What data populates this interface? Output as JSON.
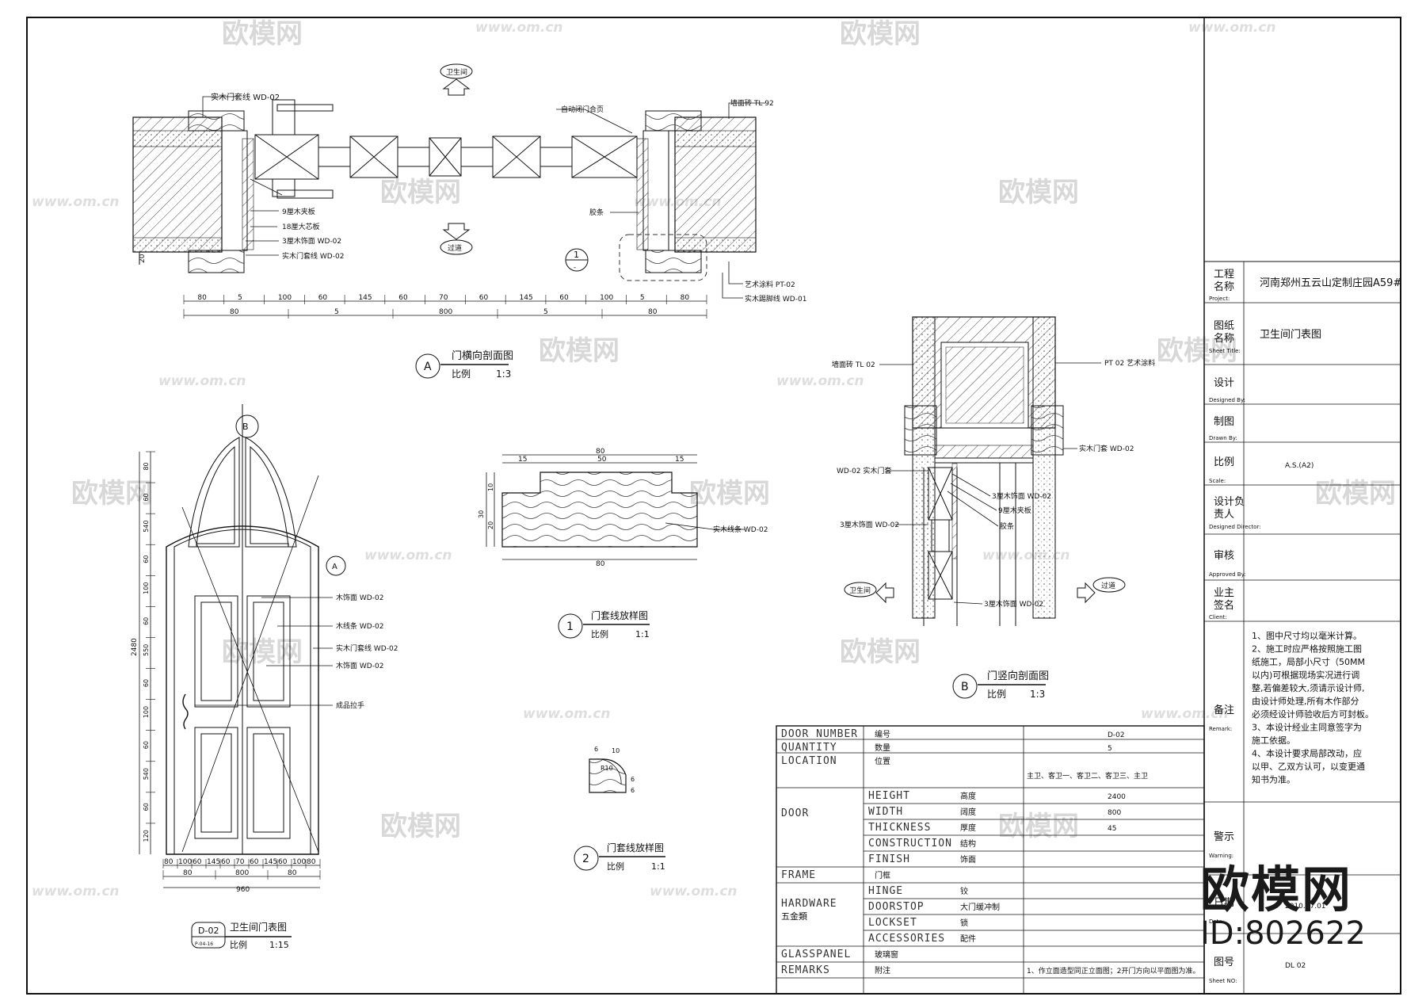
{
  "project": {
    "label_cn": "工程名称",
    "label_en": "Project:",
    "value": "河南郑州五云山定制庄园A59#"
  },
  "sheet_title": {
    "label_cn": "图纸名称",
    "label_en": "Sheet Title:",
    "value": "卫生间门表图"
  },
  "designed_by": {
    "label_cn": "设计",
    "label_en": "Designed By:",
    "value": ""
  },
  "drawn_by": {
    "label_cn": "制图",
    "label_en": "Drawn By:",
    "value": ""
  },
  "scale": {
    "label_cn": "比例",
    "label_en": "Scale:",
    "value": "A.S.(A2)"
  },
  "director": {
    "label_cn": "设计负责人",
    "label_en": "Designed Director:",
    "value": ""
  },
  "approved": {
    "label_cn": "审核",
    "label_en": "Approved By:",
    "value": ""
  },
  "client": {
    "label_cn": "业主签名",
    "label_en": "Client:",
    "value": ""
  },
  "remark": {
    "label_cn": "备注",
    "label_en": "Remark:",
    "lines": [
      "1、图中尺寸均以毫米计算。",
      "2、施工时应严格按照施工图",
      "纸施工，局部小尺寸（50MM",
      "以内)可根据现场实况进行调",
      "整,若偏差较大,须请示设计师,",
      "由设计师处理,所有木作部分",
      "必须经设计师验收后方可封板。",
      "3、本设计经业主同意签字为",
      "施工依据。",
      "4、本设计要求局部改动，应",
      "以甲、乙双方认可，以变更通",
      "知书为准。"
    ]
  },
  "warning": {
    "label_cn": "警示",
    "label_en": "Warning:"
  },
  "date": {
    "label_cn": "日期",
    "label_en": "Date:",
    "value": "2010.07.01"
  },
  "sheet_no": {
    "label_cn": "图号",
    "label_en": "Sheet NO:",
    "value": "DL 02"
  },
  "brand": {
    "name": "欧模网",
    "id": "ID:802622",
    "url": "www.om.cn"
  },
  "views": {
    "section_a": {
      "mark": "A",
      "title": "门横向剖面图",
      "scale_label": "比例",
      "scale": "1:3"
    },
    "section_b": {
      "mark": "B",
      "title": "门竖向剖面图",
      "scale_label": "比例",
      "scale": "1:3"
    },
    "detail_1": {
      "mark": "1",
      "title": "门套线放样图",
      "scale_label": "比例",
      "scale": "1:1"
    },
    "detail_2": {
      "mark": "2",
      "title": "门套线放样图",
      "scale_label": "比例",
      "scale": "1:1"
    },
    "elevation": {
      "mark": "D-02",
      "sub": "P-04-16",
      "title": "卫生间门表图",
      "scale_label": "比例",
      "scale": "1:15"
    }
  },
  "labels_a": {
    "frame_line": "实木门套线",
    "frame_line_code": "WD-02",
    "wall_finish": "墙面砖",
    "wall_finish_code": "TL 92",
    "auto_hinge": "自动闭门合页",
    "veneer9": "9厘木夹板",
    "board18": "18厘大芯板",
    "face3": "3厘木饰面",
    "face3_code": "WD-02",
    "frame_line2": "实木门套线",
    "frame_line2_code": "WD-02",
    "seal": "胶条",
    "paint": "艺术涂料",
    "paint_code": "PT-02",
    "skirting": "实木踢脚线",
    "skirting_code": "WD-01",
    "room_top": "卫生间",
    "room_bottom": "过道"
  },
  "labels_b": {
    "wall_finish": "墙面砖",
    "wall_finish_code": "TL 02",
    "paint_code": "PT 02",
    "paint": "艺术涂料",
    "frame": "实木门套",
    "frame_code": "WD-02",
    "frame_left": "实木门套",
    "frame_left_code": "WD-02",
    "face3": "3厘木饰面",
    "face3_code": "WD-02",
    "veneer9": "9厘木夹板",
    "seal": "胶条",
    "face3_left": "3厘木饰面",
    "face3_left_code": "WD-02",
    "face3_bottom": "3厘木饰面",
    "face3_bottom_code": "WD-02",
    "room_left": "卫生间",
    "room_right": "过道"
  },
  "labels_elev": {
    "wood_face": "木饰面",
    "wood_face_code": "WD-02",
    "wood_strip": "木线条",
    "wood_strip_code": "WD-02",
    "frame_line": "实木门套线",
    "frame_line_code": "WD-02",
    "wood_face2": "木饰面",
    "wood_face2_code": "WD-02",
    "handle": "成品拉手"
  },
  "labels_d1": {
    "strip": "实木线条",
    "strip_code": "WD-02"
  },
  "dims_a_top": [
    "80",
    "5",
    "100",
    "60",
    "145",
    "60",
    "70",
    "60",
    "145",
    "60",
    "100",
    "5",
    "80"
  ],
  "dims_a_bottom": [
    "80",
    "5",
    "800",
    "5",
    "80"
  ],
  "dims_a_side": "20",
  "dims_elev_bottom": [
    "80",
    "100",
    "60",
    "145",
    "60",
    "70",
    "60",
    "145",
    "60",
    "100",
    "80"
  ],
  "dims_elev_bottom2": [
    "80",
    "800",
    "80"
  ],
  "dims_elev_total": "960",
  "dims_elev_left": [
    "80",
    "60",
    "540",
    "60",
    "100",
    "60",
    "550",
    "60",
    "100",
    "60",
    "540",
    "60",
    "120"
  ],
  "dims_elev_height": "2480",
  "dims_d1": {
    "top": "80",
    "top_parts": [
      "15",
      "50",
      "15"
    ],
    "left": [
      "10",
      "20"
    ],
    "left_total": "30",
    "bottom": "80"
  },
  "dims_d2": [
    "6",
    "10",
    "R10",
    "6",
    "6"
  ],
  "schedule": {
    "rows": [
      {
        "en": "DOOR NUMBER",
        "cn": "编号",
        "value": "D-02"
      },
      {
        "en": "QUANTITY",
        "cn": "数量",
        "value": "5"
      },
      {
        "en": "LOCATION",
        "cn": "位置",
        "value": "主卫、客卫一、客卫二、客卫三、主卫"
      },
      {
        "en": "DOOR",
        "cn": ""
      },
      {
        "en": "HEIGHT",
        "cn": "高度",
        "value": "2400"
      },
      {
        "en": "WIDTH",
        "cn": "阔度",
        "value": "800"
      },
      {
        "en": "THICKNESS",
        "cn": "厚度",
        "value": "45"
      },
      {
        "en": "CONSTRUCTION",
        "cn": "结构",
        "value": ""
      },
      {
        "en": "FINISH",
        "cn": "饰面",
        "value": ""
      },
      {
        "en": "FRAME",
        "cn": "门框",
        "value": ""
      },
      {
        "en": "HARDWARE",
        "cn": "五金類"
      },
      {
        "en": "HINGE",
        "cn": "铰",
        "value": ""
      },
      {
        "en": "DOORSTOP",
        "cn": "大门缓冲制",
        "value": ""
      },
      {
        "en": "LOCKSET",
        "cn": "锁",
        "value": ""
      },
      {
        "en": "ACCESSORIES",
        "cn": "配件",
        "value": ""
      },
      {
        "en": "GLASSPANEL",
        "cn": "玻璃窗",
        "value": ""
      },
      {
        "en": "REMARKS",
        "cn": "附注",
        "value": "1、作立面造型同正立面图；2开门方向以平面图为准。"
      }
    ]
  },
  "colors": {
    "line": "#111111",
    "watermark": "#d8d8d8"
  }
}
